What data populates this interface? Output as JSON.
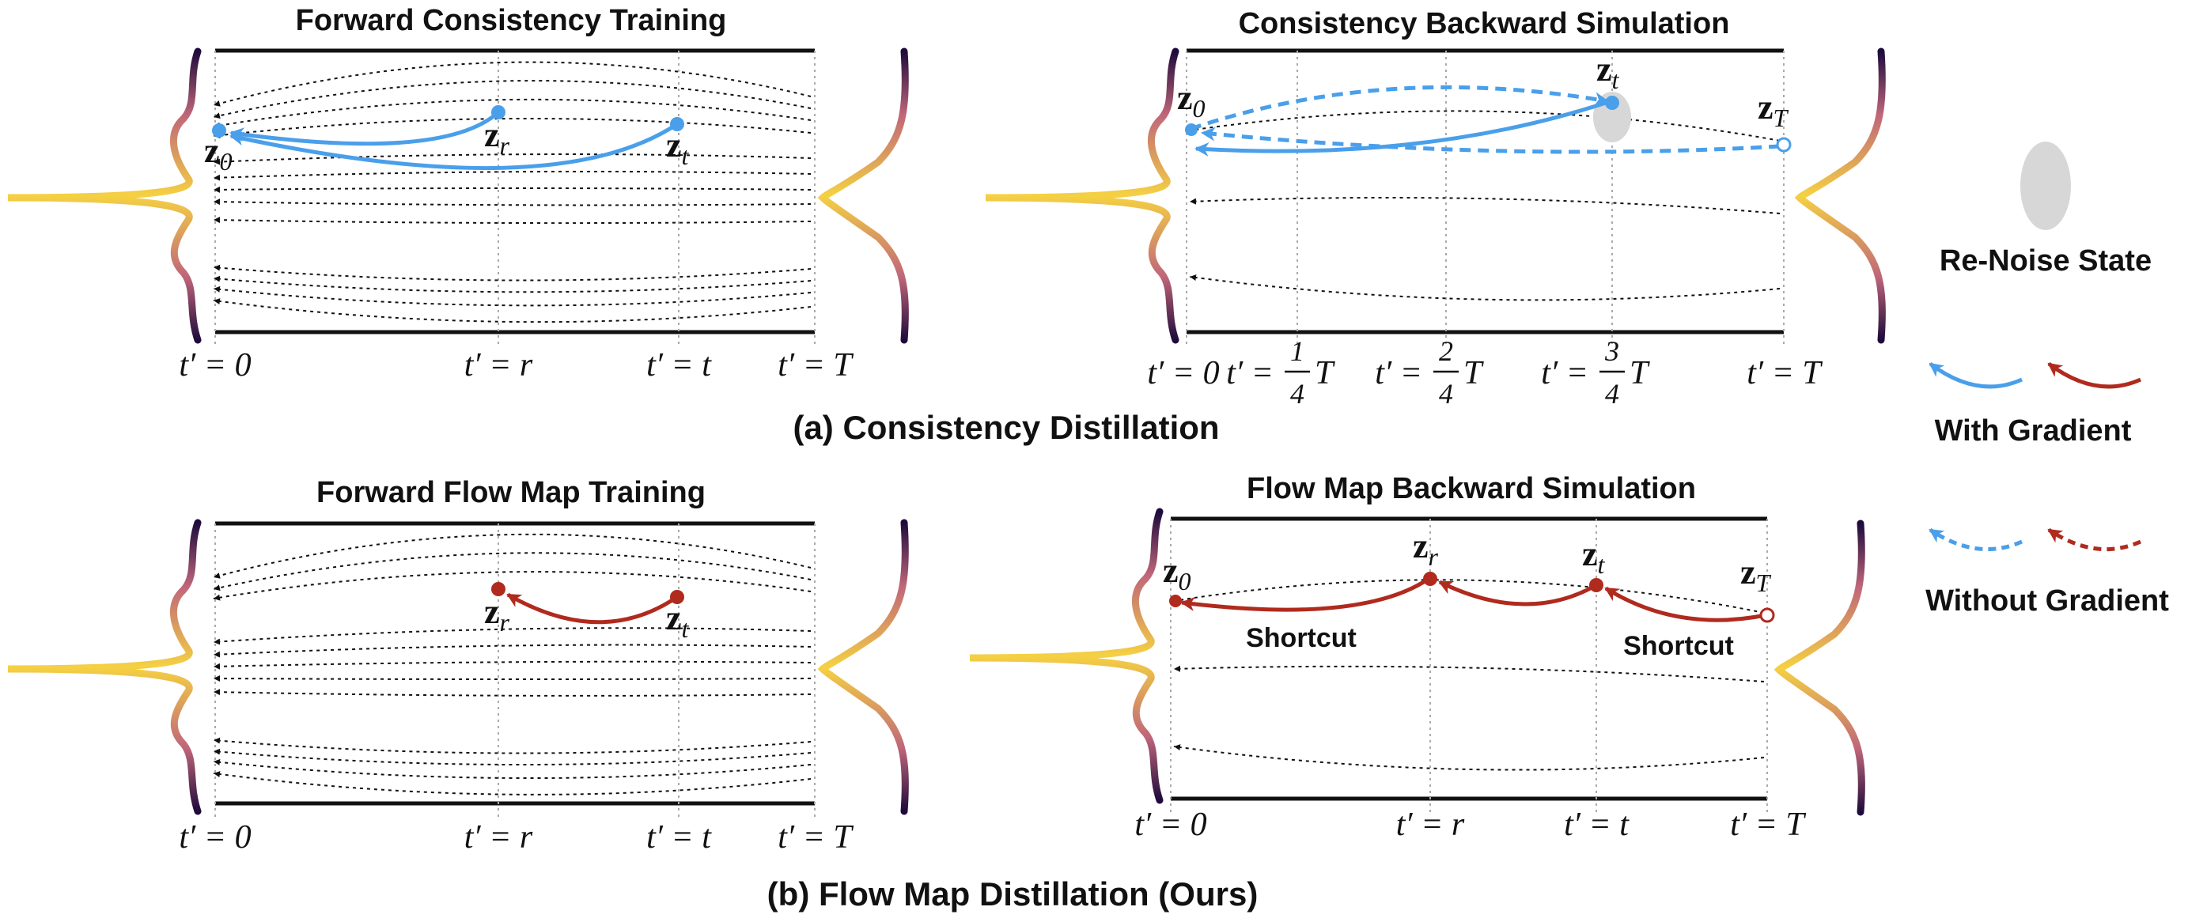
{
  "panel_a": {
    "caption": "(a) Consistency Distillation",
    "left_title": "Forward Consistency Training",
    "right_title": "Consistency Backward Simulation",
    "left_ticks": [
      "t′ = 0",
      "t′ = r",
      "t′ = t",
      "t′ = T"
    ],
    "right_ticks": {
      "t0": "t′ = 0",
      "t1_prefix": "t′ =",
      "t1_num": "1",
      "t1_den": "4",
      "t1_suffix": "T",
      "t2_prefix": "t′ =",
      "t2_num": "2",
      "t2_den": "4",
      "t2_suffix": "T",
      "t3_prefix": "t′ =",
      "t3_num": "3",
      "t3_den": "4",
      "t3_suffix": "T",
      "tT": "t′ = T"
    },
    "left_points": {
      "z0": "z",
      "z0_sub": "0",
      "zr": "z",
      "zr_sub": "r",
      "zt": "z",
      "zt_sub": "t"
    },
    "right_points": {
      "z0": "z",
      "z0_sub": "0",
      "zt": "z",
      "zt_sub": "t",
      "zT": "z",
      "zT_sub": "T"
    }
  },
  "panel_b": {
    "caption": "(b) Flow Map Distillation (Ours)",
    "left_title": "Forward Flow Map Training",
    "right_title": "Flow Map Backward Simulation",
    "left_ticks": [
      "t′ = 0",
      "t′ = r",
      "t′ = t",
      "t′ = T"
    ],
    "right_ticks": [
      "t′ = 0",
      "t′ = r",
      "t′ = t",
      "t′ = T"
    ],
    "left_points": {
      "zr": "z",
      "zr_sub": "r",
      "zt": "z",
      "zt_sub": "t"
    },
    "right_points": {
      "z0": "z",
      "z0_sub": "0",
      "zr": "z",
      "zr_sub": "r",
      "zt": "z",
      "zt_sub": "t",
      "zT": "z",
      "zT_sub": "T"
    },
    "shortcut_1": "Shortcut",
    "shortcut_2": "Shortcut"
  },
  "legend": {
    "renoise": "Re-Noise State",
    "with_gradient": "With Gradient",
    "without_gradient": "Without Gradient"
  },
  "colors": {
    "blue": "#4a9fea",
    "red": "#b02a1e",
    "gray_ellipse": "#d7d7d7"
  }
}
